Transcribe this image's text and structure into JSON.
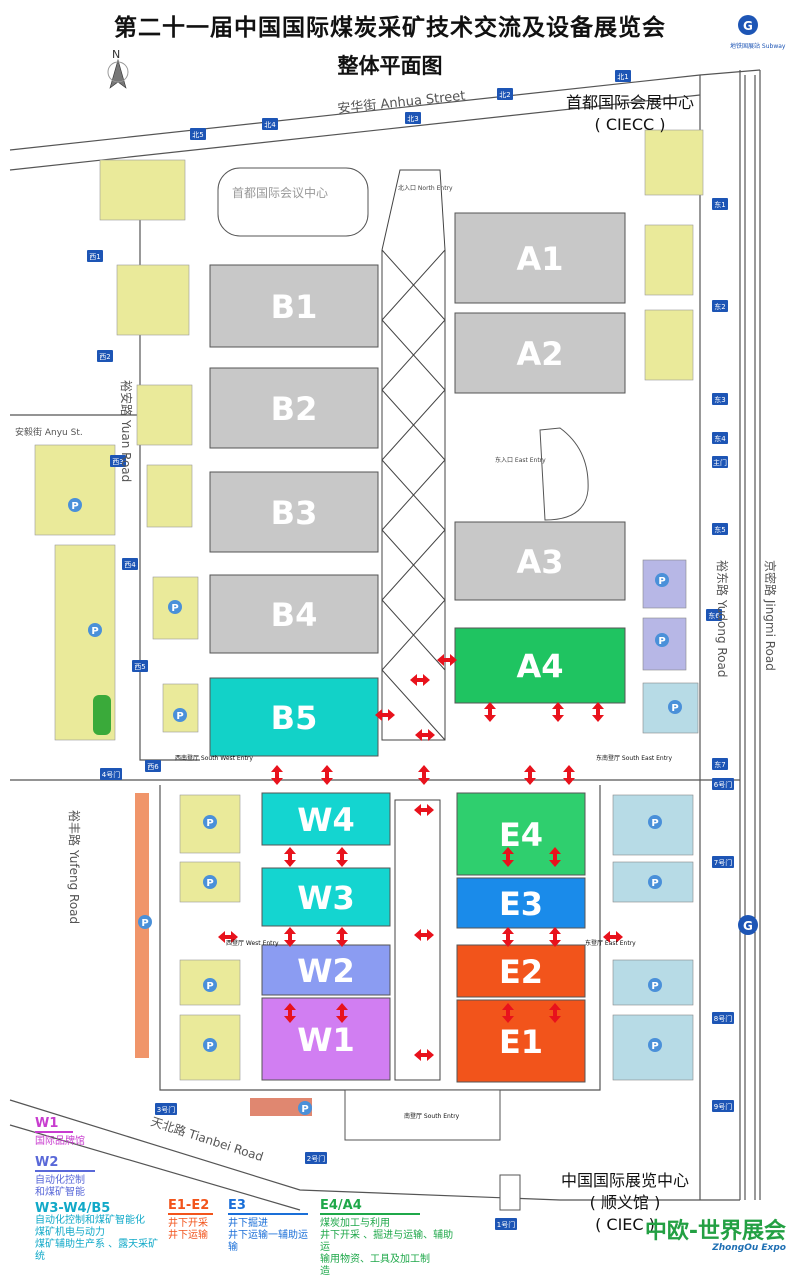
{
  "header": {
    "title": "第二十一届中国国际煤炭采矿技术交流及设备展览会",
    "subtitle": "整体平面图"
  },
  "north_label": "N",
  "venues": {
    "ciecc_name": "首都国际会展中心",
    "ciecc_abbr": "( CIECC )",
    "ciec_name": "中国国际展览中心",
    "ciec_branch": "( 顺义馆 )",
    "ciec_abbr": "( CIEC )",
    "conference_center": "首都国际会议中心"
  },
  "halls": [
    {
      "id": "A1",
      "color": "#c8c8c8",
      "text": "#ffffff"
    },
    {
      "id": "A2",
      "color": "#c8c8c8",
      "text": "#ffffff"
    },
    {
      "id": "A3",
      "color": "#c8c8c8",
      "text": "#ffffff"
    },
    {
      "id": "A4",
      "color": "#1fc461",
      "text": "#ffffff"
    },
    {
      "id": "B1",
      "color": "#c8c8c8",
      "text": "#ffffff"
    },
    {
      "id": "B2",
      "color": "#c8c8c8",
      "text": "#ffffff"
    },
    {
      "id": "B3",
      "color": "#c8c8c8",
      "text": "#ffffff"
    },
    {
      "id": "B4",
      "color": "#c8c8c8",
      "text": "#ffffff"
    },
    {
      "id": "B5",
      "color": "#12d2c8",
      "text": "#ffffff"
    },
    {
      "id": "W4",
      "color": "#14d5d0",
      "text": "#ffffff"
    },
    {
      "id": "W3",
      "color": "#14d5d0",
      "text": "#ffffff"
    },
    {
      "id": "W2",
      "color": "#8b9cf2",
      "text": "#ffffff"
    },
    {
      "id": "W1",
      "color": "#d17ef2",
      "text": "#ffffff"
    },
    {
      "id": "E4",
      "color": "#2fcf6e",
      "text": "#ffffff"
    },
    {
      "id": "E3",
      "color": "#1a8bea",
      "text": "#ffffff"
    },
    {
      "id": "E2",
      "color": "#f2541b",
      "text": "#ffffff"
    },
    {
      "id": "E1",
      "color": "#f2541b",
      "text": "#ffffff"
    }
  ],
  "gates": [
    "北1",
    "北2",
    "北3",
    "北4",
    "北5",
    "西1",
    "西2",
    "西3",
    "西4",
    "西5",
    "西6",
    "东1",
    "东2",
    "东3",
    "东4",
    "主门",
    "东5",
    "东6",
    "东7",
    "1号门",
    "2号门",
    "3号门",
    "4号门",
    "6号门",
    "7号门",
    "8号门",
    "9号门"
  ],
  "roads": {
    "anhua": "安华街 Anhua Street",
    "anyu": "安毅街 Anyu St.",
    "yuan": "裕安路 Yuan Road",
    "yudong": "裕东路 Yudong Road",
    "jingmi": "京密路 Jingmi Road",
    "yufeng": "裕丰路 Yufeng Road",
    "tianbei": "天北路 Tianbei Road"
  },
  "entries": {
    "north": "北入口 North Entry",
    "east": "东入口 East Entry",
    "southwest": "西南登厅 South West Entry",
    "southeast": "东南登厅 South East Entry",
    "west": "西登厅 West Entry",
    "east2": "东登厅 East Entry",
    "south": "南登厅 South Entry"
  },
  "subway_label": "地铁国展站 Subway",
  "legend": {
    "w1": {
      "title": "W1",
      "color": "#c83ccf",
      "lines": [
        "国际品牌馆"
      ]
    },
    "w2": {
      "title": "W2",
      "color": "#5968d8",
      "lines": [
        "自动化控制",
        "和煤矿智能"
      ]
    },
    "w3": {
      "title": "W3-W4/B5",
      "color": "#11a9c8",
      "lines": [
        "自动化控制和煤矿智能化",
        "煤矿机电与动力",
        "煤矿辅助生产系   、露天采矿",
        "统"
      ]
    },
    "e1": {
      "title": "E1-E2",
      "color": "#f2541b",
      "lines": [
        "井下开采",
        "井下运输"
      ]
    },
    "e3": {
      "title": "E3",
      "color": "#1a6fd8",
      "lines": [
        "井下掘进",
        "井下运输一辅助运",
        "输"
      ]
    },
    "e4": {
      "title": "E4/A4",
      "color": "#1fa84a",
      "lines": [
        "煤炭加工与利用",
        "井下开采 、掘进与运输、辅助运",
        "输用物资、工具及加工制",
        "造"
      ]
    }
  },
  "brand": {
    "name": "中欧-世界展会",
    "sub": "ZhongOu Expo",
    "color": "#23a043"
  }
}
